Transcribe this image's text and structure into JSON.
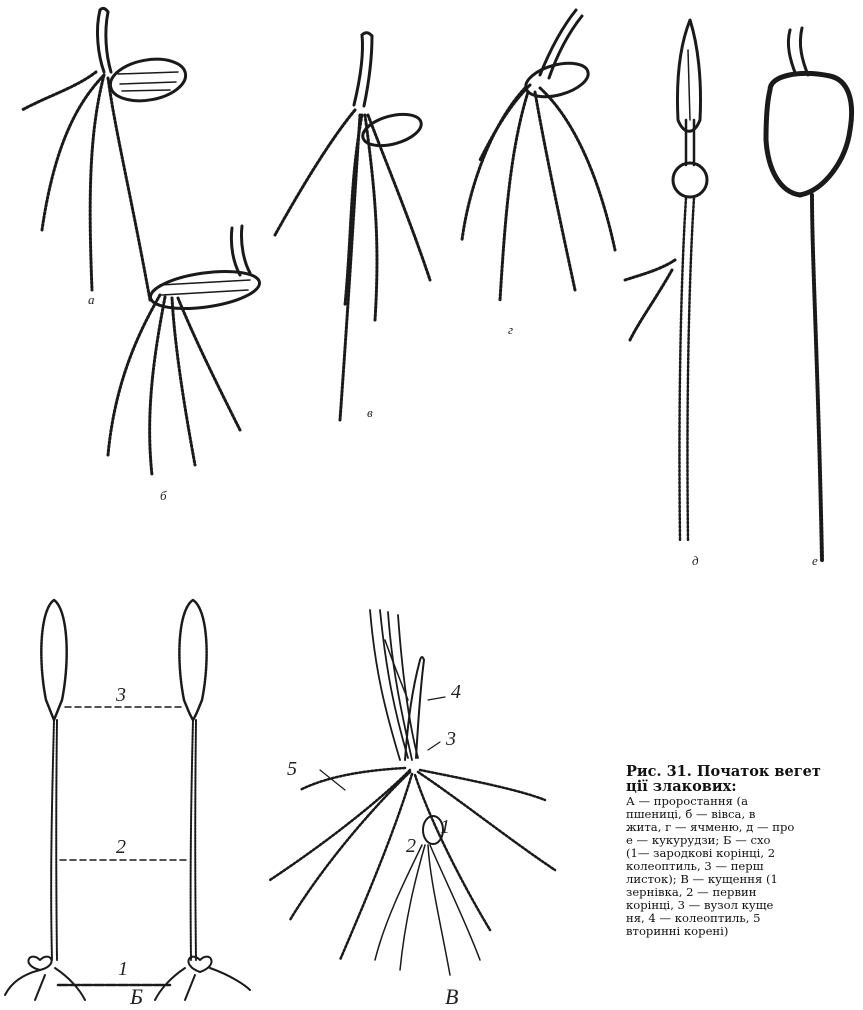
{
  "figure": {
    "sublabels_top": {
      "a": "а",
      "b": "б",
      "v": "в",
      "g": "г",
      "d": "д",
      "e": "е"
    },
    "panel_labels": {
      "B_shoots": "Б",
      "V_tillering": "В"
    },
    "numbers_B": [
      "3",
      "2",
      "1"
    ],
    "numbers_V": [
      "4",
      "3",
      "5",
      "2",
      "1"
    ]
  },
  "caption": {
    "title": "Рис. 31. Початок вегет\nції злакових:",
    "body": "А — проростання (а\nпшениці, б — вівса, в\nжита, г — ячменю, д — про\nе — кукурудзи; Б — схо\n(1— зародкові корінці, 2\nколеоптиль, 3 — перш\nлисток); В — кущення (1\nзернівка, 2 — первин\nкорінці, 3 — вузол куще\nня, 4 — колеоптиль, 5\nвторинні корені)"
  }
}
